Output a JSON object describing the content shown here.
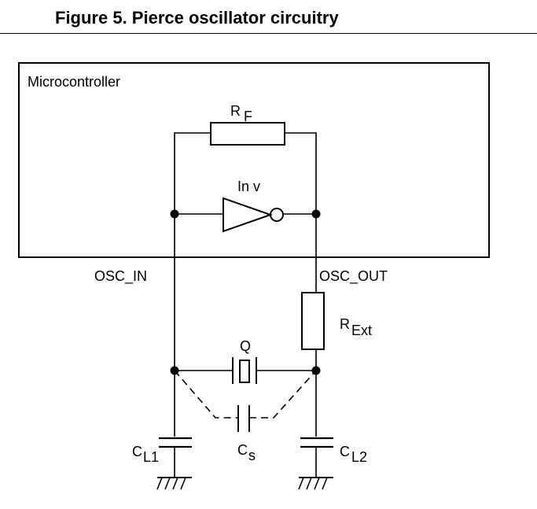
{
  "title": "Figure 5. Pierce oscillator circuitry",
  "labels": {
    "microcontroller": "Microcontroller",
    "rf_main": "R",
    "rf_sub": "F",
    "inv": "In v",
    "osc_in": "OSC_IN",
    "osc_out": "OSC_OUT",
    "rext_main": "R",
    "rext_sub": "Ext",
    "q": "Q",
    "cl1_main": "C",
    "cl1_sub": "L1",
    "cs_main": "C",
    "cs_sub": "s",
    "cl2_main": "C",
    "cl2_sub": "L2"
  }
}
